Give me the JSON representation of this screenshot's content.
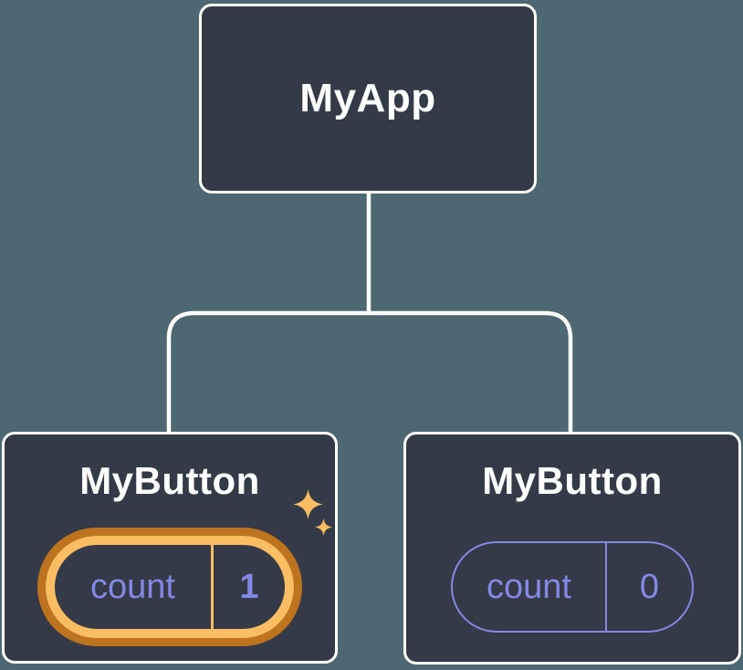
{
  "colors": {
    "background": "#4D6872",
    "node-fill": "#343A47",
    "node-border": "#FFFFFF",
    "connector": "#FFFFFF",
    "label-text": "#FFFFFF",
    "state-accent": "#8289E4",
    "highlight-outer": "#BE731E",
    "highlight-inner": "#FABD62"
  },
  "tree": {
    "root": {
      "label": "MyApp"
    },
    "children": [
      {
        "label": "MyButton",
        "state": {
          "key": "count",
          "value": "1"
        },
        "highlighted": true
      },
      {
        "label": "MyButton",
        "state": {
          "key": "count",
          "value": "0"
        },
        "highlighted": false
      }
    ]
  }
}
